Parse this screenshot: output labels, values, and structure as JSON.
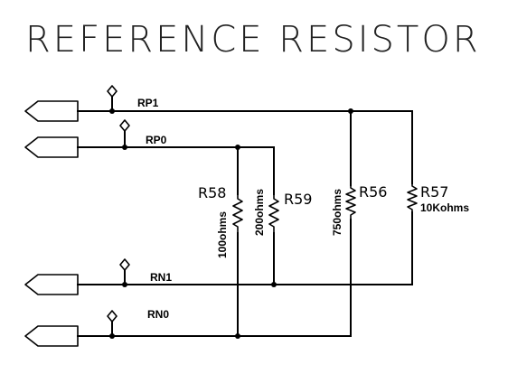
{
  "title": "REFERENCE RESISTOR",
  "nets": {
    "rp1": "RP1",
    "rp0": "RP0",
    "rn1": "RN1",
    "rn0": "RN0"
  },
  "resistors": {
    "r58": {
      "ref": "R58",
      "value": "100ohms"
    },
    "r59": {
      "ref": "R59",
      "value": "200ohms"
    },
    "r56": {
      "ref": "R56",
      "value": "750ohms"
    },
    "r57": {
      "ref": "R57",
      "value": "10Kohms"
    }
  }
}
